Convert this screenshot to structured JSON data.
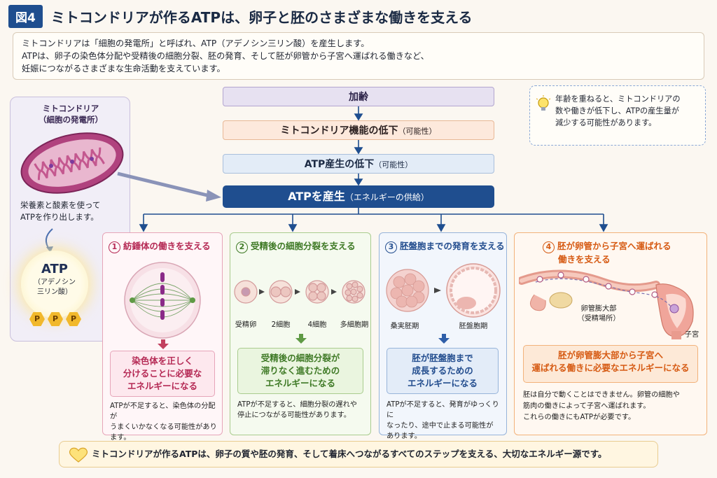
{
  "header": {
    "fig": "図4",
    "title": "ミトコンドリアが作るATPは、卵子と胚のさまざまな働きを支える"
  },
  "intro": [
    "ミトコンドリアは「細胞の発電所」と呼ばれ、ATP（アデノシン三リン酸）を産生します。",
    "ATPは、卵子の染色体分配や受精後の細胞分裂、胚の発育、そして胚が卵管から子宮へ運ばれる働きなど、",
    "妊娠につながるさまざまな生命活動を支えています。"
  ],
  "mito": {
    "label1": "ミトコンドリア",
    "label2": "（細胞の発電所）",
    "desc1": "栄養素と酸素を使って",
    "desc2": "ATPを作り出します。",
    "atp": "ATP",
    "atp_sub1": "（アデノシン",
    "atp_sub2": "三リン酸）",
    "phosphate": "P"
  },
  "flow": {
    "aging": "加齢",
    "func": "ミトコンドリア機能の低下",
    "func_note": "（可能性）",
    "prod": "ATP産生の低下",
    "prod_note": "（可能性）",
    "atp": "ATPを産生",
    "atp_note": "（エネルギーの供給）"
  },
  "tip": [
    "年齢を重ねると、ミトコンドリアの",
    "数や働きが低下し、ATPの産生量が",
    "減少する可能性があります。"
  ],
  "panels": [
    {
      "num": "1",
      "title": "紡錘体の働きを支える",
      "hl": [
        "染色体を正しく",
        "分けることに必要な",
        "エネルギーになる"
      ],
      "note": [
        "ATPが不足すると、染色体の分配が",
        "うまくいかなくなる可能性があります。"
      ]
    },
    {
      "num": "2",
      "title": "受精後の細胞分裂を支える",
      "cells": [
        "受精卵",
        "2細胞",
        "4細胞",
        "多細胞期"
      ],
      "hl": [
        "受精後の細胞分裂が",
        "滞りなく進むための",
        "エネルギーになる"
      ],
      "note": [
        "ATPが不足すると、細胞分裂の遅れや",
        "停止につながる可能性があります。"
      ]
    },
    {
      "num": "3",
      "title": "胚盤胞までの発育を支える",
      "cells": [
        "桑実胚期",
        "胚盤胞期"
      ],
      "hl": [
        "胚が胚盤胞まで",
        "成長するための",
        "エネルギーになる"
      ],
      "note": [
        "ATPが不足すると、発育がゆっくりに",
        "なったり、途中で止まる可能性が",
        "あります。"
      ]
    },
    {
      "num": "4",
      "title": "胚が卵管から子宮へ運ばれる",
      "title2": "働きを支える",
      "labels": {
        "ampulla1": "卵管膨大部",
        "ampulla2": "（受精場所）",
        "uterus": "子宮"
      },
      "hl": [
        "胚が卵管膨大部から子宮へ",
        "運ばれる働きに必要なエネルギーになる"
      ],
      "note": [
        "胚は自分で動くことはできません。卵管の細胞や",
        "筋肉の働きによって子宮へ運ばれます。",
        "これらの働きにもATPが必要です。"
      ]
    }
  ],
  "bottom": "ミトコンドリアが作るATPは、卵子の質や胚の発育、そして着床へつながるすべてのステップを支える、大切なエネルギー源です。",
  "colors": {
    "navy": "#1f4e8f",
    "pink": "#b52a55",
    "green": "#3f7a26",
    "blue": "#244e8f",
    "orange": "#d65b14"
  }
}
